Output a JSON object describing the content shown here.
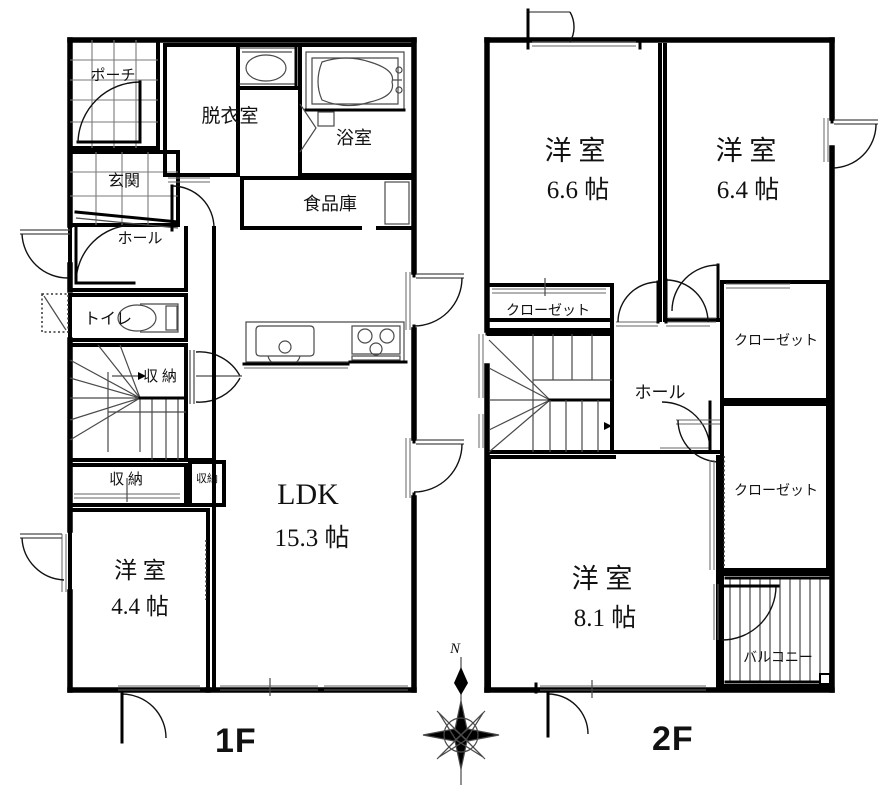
{
  "document": {
    "type": "floor-plan",
    "language": "ja",
    "floors": [
      {
        "id": "1F",
        "label": "1F"
      },
      {
        "id": "2F",
        "label": "2F"
      }
    ],
    "compass": {
      "north_label": "N",
      "icon": "compass-rose-icon"
    }
  },
  "floor1": {
    "label": "1F",
    "rooms": [
      {
        "name": "porch",
        "label": "ポーチ",
        "area": ""
      },
      {
        "name": "entrance",
        "label": "玄関",
        "area": ""
      },
      {
        "name": "hall",
        "label": "ホール",
        "area": ""
      },
      {
        "name": "toilet",
        "label": "トイレ",
        "area": ""
      },
      {
        "name": "dressing",
        "label": "脱衣室",
        "area": ""
      },
      {
        "name": "bathroom",
        "label": "浴室",
        "area": ""
      },
      {
        "name": "pantry",
        "label": "食品庫",
        "area": ""
      },
      {
        "name": "storage-a",
        "label": "収 納",
        "area": ""
      },
      {
        "name": "storage-b",
        "label": "収 納",
        "area": ""
      },
      {
        "name": "storage-c",
        "label": "収納",
        "area": ""
      },
      {
        "name": "ldk",
        "label": "LDK",
        "area": "15.3 帖"
      },
      {
        "name": "western-room",
        "label": "洋 室",
        "area": "4.4 帖"
      }
    ],
    "ldk": {
      "label": "LDK",
      "area": "15.3 帖"
    },
    "western_room": {
      "label": "洋 室",
      "area": "4.4 帖"
    }
  },
  "floor2": {
    "label": "2F",
    "rooms": [
      {
        "name": "western-room-66",
        "label": "洋 室",
        "area": "6.6 帖"
      },
      {
        "name": "western-room-64",
        "label": "洋 室",
        "area": "6.4 帖"
      },
      {
        "name": "western-room-81",
        "label": "洋 室",
        "area": "8.1 帖"
      },
      {
        "name": "hall",
        "label": "ホール",
        "area": ""
      },
      {
        "name": "closet-1",
        "label": "クローゼット",
        "area": ""
      },
      {
        "name": "closet-2",
        "label": "クローゼット",
        "area": ""
      },
      {
        "name": "closet-3",
        "label": "クローゼット",
        "area": ""
      },
      {
        "name": "balcony",
        "label": "バルコニー",
        "area": ""
      }
    ]
  },
  "colors": {
    "wall": "#000000",
    "thin_line": "#5a5a5a",
    "background": "#ffffff",
    "text": "#111111"
  }
}
